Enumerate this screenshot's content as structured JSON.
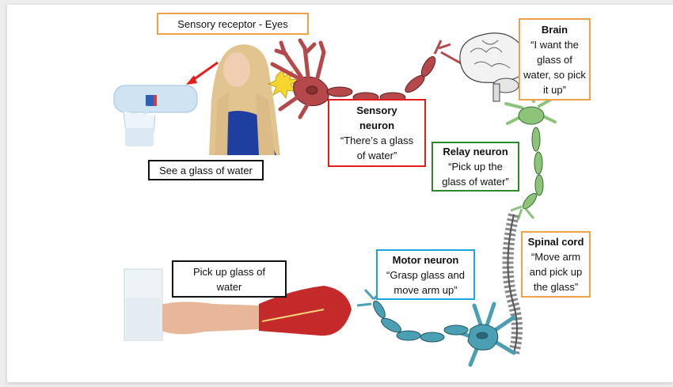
{
  "title": "Sensory receptor - Eyes",
  "labels": {
    "see": "See a glass of water",
    "pick": "Pick up glass of water"
  },
  "stages": {
    "sensory": {
      "name": "Sensory neuron",
      "quote": "“There’s a glass of water”",
      "color": "#e51c1c"
    },
    "brain": {
      "name": "Brain",
      "quote": "“I want the glass of water, so pick it up”",
      "color": "#f0a048"
    },
    "relay": {
      "name": "Relay neuron",
      "quote": "“Pick up the glass of water”",
      "color": "#2a8a2a"
    },
    "spinal": {
      "name": "Spinal cord",
      "quote": "“Move arm and pick up the glass”",
      "color": "#f0a048"
    },
    "motor": {
      "name": "Motor neuron",
      "quote": "“Grasp glass and move arm up”",
      "color": "#1aa7e0"
    }
  },
  "colors": {
    "sensory_neuron": "#b5484a",
    "relay_neuron": "#8cc47a",
    "motor_neuron": "#3e8fa0",
    "arrow": "#e51c1c"
  }
}
